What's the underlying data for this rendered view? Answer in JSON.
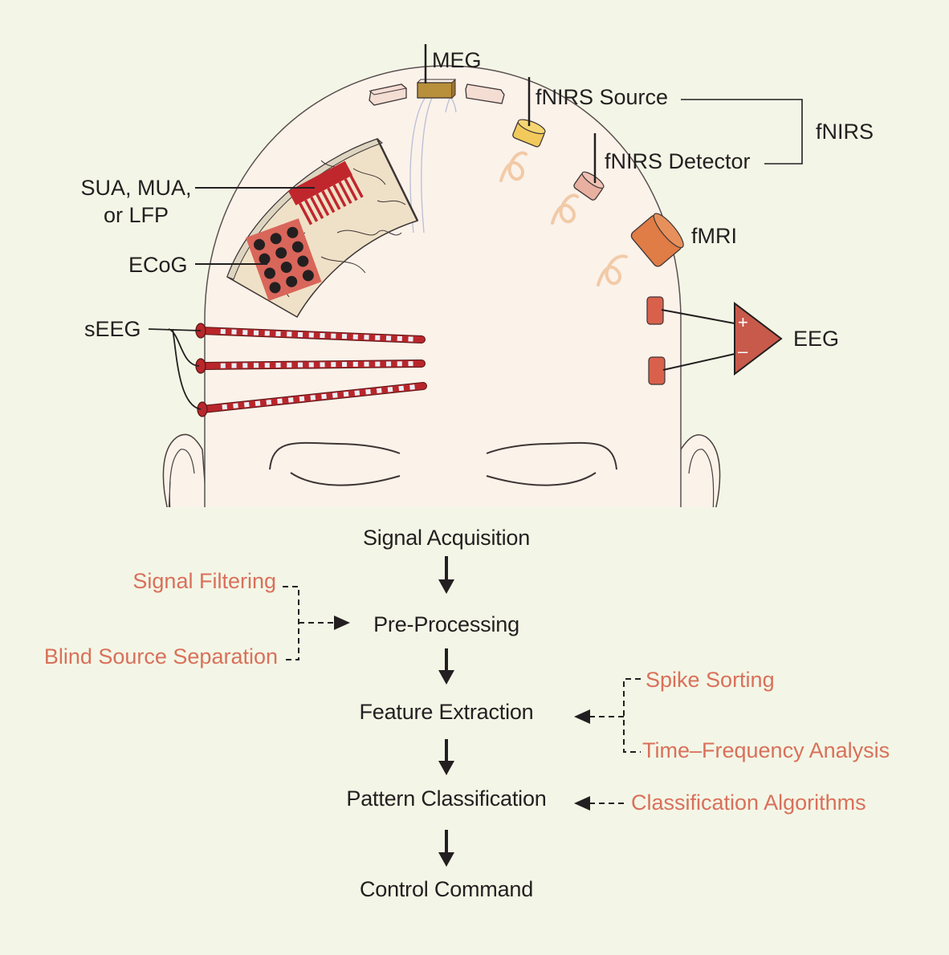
{
  "figure": {
    "background_color": "#f3f6e6",
    "skin_color": "#fbf2ea",
    "accent_color": "#d9705b",
    "electrode_red": "#b8262b"
  },
  "modalities": {
    "meg": "MEG",
    "fnirs_source": "fNIRS Source",
    "fnirs_detector": "fNIRS Detector",
    "fnirs": "fNIRS",
    "fmri": "fMRI",
    "eeg": "EEG",
    "sua_line1": "SUA, MUA,",
    "sua_line2": "or LFP",
    "ecog": "ECoG",
    "seeg": "sEEG",
    "amp_plus": "+",
    "amp_minus": "–"
  },
  "pipeline": {
    "steps": [
      "Signal Acquisition",
      "Pre-Processing",
      "Feature Extraction",
      "Pattern Classification",
      "Control Command"
    ],
    "preprocessing_methods": [
      "Signal Filtering",
      "Blind Source Separation"
    ],
    "feature_methods": [
      "Spike Sorting",
      "Time–Frequency Analysis"
    ],
    "classification_methods": [
      "Classification Algorithms"
    ]
  }
}
